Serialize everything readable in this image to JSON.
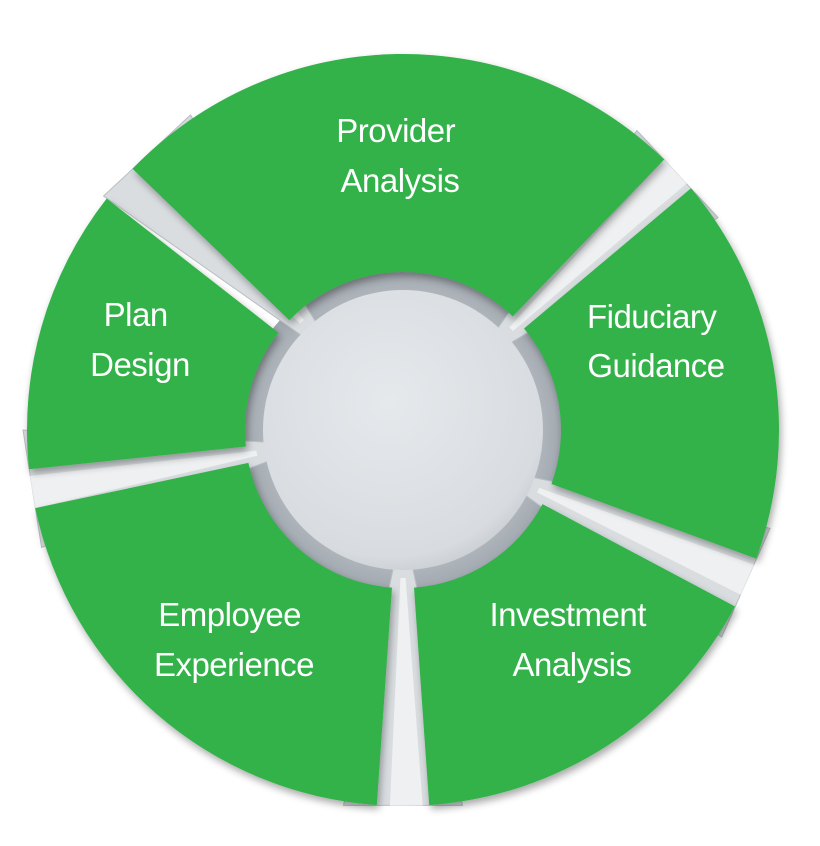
{
  "diagram": {
    "colors": {
      "segment_green": "#30b24a",
      "connector_grey": "#d9dde0",
      "hub_grey": "#dfe2e5",
      "label_text": "#ffffff"
    },
    "segments": [
      {
        "line1": "Provider",
        "line2": "Analysis"
      },
      {
        "line1": "Fiduciary",
        "line2": "Guidance"
      },
      {
        "line1": "Investment",
        "line2": "Analysis"
      },
      {
        "line1": "Employee",
        "line2": "Experience"
      },
      {
        "line1": "Plan",
        "line2": "Design"
      }
    ],
    "center_hub": {
      "label": ""
    }
  }
}
